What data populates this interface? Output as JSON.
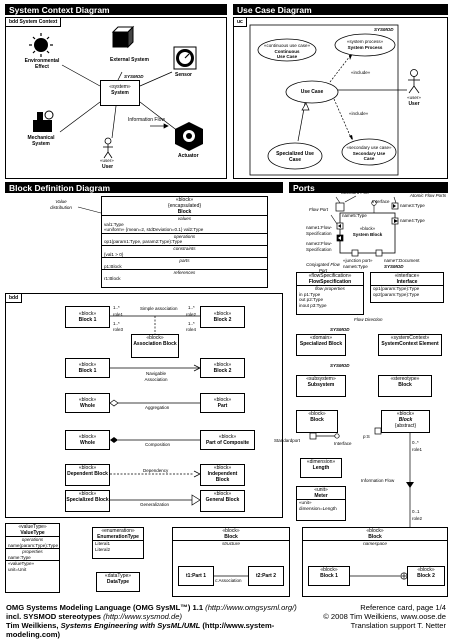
{
  "sections": {
    "context": "System Context Diagram",
    "usecase": "Use Case Diagram",
    "bdd_main": "Block Definition Diagram",
    "ports": "Ports"
  },
  "context": {
    "frame_label": "bdd System Context",
    "stereo": "«system»",
    "system": "System",
    "sysmod": "SYSMOD",
    "env_effect": "Environmental Effect",
    "ext_system": "External System",
    "sensor": "Sensor",
    "mech_system": "Mechanical System",
    "user_stereo": "«user»",
    "user": "User",
    "actuator": "Actuator",
    "info_flow": "Information Flow"
  },
  "usecase": {
    "frame_label": "uc",
    "system_label": "SYSMOD",
    "continuous_stereo": "«continuous use case»",
    "continuous": "Continuous Use Case",
    "process_stereo": "«system process»",
    "process": "System Process",
    "include1": "«include»",
    "include2": "«include»",
    "use_case": "Use Case",
    "user_stereo": "«user»",
    "user": "User",
    "specialized": "Specialized Use Case",
    "secondary_stereo": "«secondary use case»",
    "secondary": "Secondary Use Case"
  },
  "blockdef": {
    "value_dist": "Value distribution",
    "stereo1": "«block»",
    "stereo2": "{encapsulated}",
    "name": "Block",
    "values_h": "values",
    "val1": "val1:Type",
    "val2": "«uniform» {mean=2, stdDeviation=0.1} val2:Type",
    "operations_h": "operations",
    "op1": "op1(param1:Type, param2:Type):Type",
    "constraints_h": "constraints",
    "con1": "{val1 > 0}",
    "parts_h": "parts",
    "part1": "p1:Block",
    "references_h": "references",
    "ref1": "r1:Block"
  },
  "ports": {
    "standard_port": "Standard Port",
    "interface": "Interface",
    "atomic_flow": "Atomic Flow Ports",
    "flow_port": "Flow Port",
    "name5": "name5:Type",
    "name1": "name1:Flow-Specification",
    "name3": "name3:Type",
    "name2": "name2:Flow-Specification",
    "name4": "name4:Type",
    "block_stereo": "«block»",
    "block": "System Block",
    "conj": "Conjugated Flow Port",
    "junction": "«junction port»",
    "name6": "name6:Type",
    "name7": "name7:Document",
    "sysmod": "SYSMOD",
    "fs_stereo": "«flowSpecification»",
    "fs_name": "FlowSpecification",
    "fs_props": "flow properties",
    "fs_p1": "in p1:Type",
    "fs_p2": "out p2:Type",
    "fs_p3": "inout p3:Type",
    "if_stereo": "«interface»",
    "if_name": "Interface",
    "if_op1": "op1(param:Type):Type",
    "if_op2": "op2(param:Type):Type",
    "flow_direction": "Flow Direction"
  },
  "bdd": {
    "frame_label": "bdd",
    "block": "«block»",
    "block1": "Block 1",
    "block2": "Block 2",
    "simple_assoc": "Simple association",
    "m1": "1..*",
    "m2": "1..*",
    "m3": "1..*",
    "m4": "1..*",
    "role1": "role1",
    "role2": "role2",
    "role3": "role3",
    "role4": "role4",
    "assoc_block": "Association Block",
    "navigable": "Navigable Association",
    "whole": "Whole",
    "part": "Part",
    "aggregation": "Aggregation",
    "composition": "Composition",
    "part_of_comp": "Part of Composite",
    "dependent": "Dependent Block",
    "independent": "Independent Block",
    "dependency": "Dependency",
    "specialized": "Specialized Block",
    "general": "General Block",
    "generalization": "Generalization"
  },
  "sysmod_right": {
    "domain_stereo": "«domain»",
    "domain": "Specialized Block",
    "syscontext_stereo": "«systemContext»",
    "syscontext": "SystemContext Element",
    "subsystem_stereo": "«subsystem»",
    "subsystem": "Subsystem",
    "stereotype_stereo": "«stereotype»",
    "stereotype": "Block",
    "sysmod": "SYSMOD",
    "block_stereo": "«block»",
    "block": "Block",
    "standardport": "Standardport",
    "interface": "Interface",
    "block_abs": "Block",
    "abstract": "{abstract}",
    "pS": "p:S",
    "mult": "0..*",
    "role1": "role1",
    "dimension_stereo": "«dimension»",
    "dimension": "Length",
    "unit_stereo": "«unit»",
    "unit": "Meter",
    "unit_dim_stereo": "«unit»",
    "unit_dim": "dimension=Length",
    "info_flow": "Information Flow",
    "mult2": "0..1",
    "role2": "role2"
  },
  "bottom": {
    "vt_stereo": "«valueType»",
    "vt_name": "ValueType",
    "vt_ops": "operations",
    "vt_op": "name(param:Type):Type",
    "vt_props": "properties",
    "vt_prop": "name:Type",
    "vt2_stereo": "«valueType»",
    "vt2_unit": "unit=Unit",
    "enum_stereo": "«enumeration»",
    "enum_name": "EnumerationType",
    "lit1": "Literal1",
    "lit2": "Literal2",
    "dt_stereo": "«dataType»",
    "dt_name": "DataType",
    "ibd_stereo": "«block»",
    "ibd_name": "Block",
    "ibd_structure": "structure",
    "ibd_part1": "t1:Part 1",
    "ibd_part2": "t2:Part 2",
    "ibd_conn": "c:Association",
    "ns_stereo": "«block»",
    "ns_name": "Block",
    "ns_label": "namespace",
    "ns_b1": "Block 1",
    "ns_b2": "Block 2"
  },
  "footer": {
    "line1a": "OMG Systems Modeling Language (OMG SysML™) 1.1",
    "line1b": "(http://www.omgsysml.org/)",
    "line2a": "incl. SYSMOD stereotypes",
    "line2b": "(http://www.sysmod.de)",
    "line3a": "Tim Weilkiens,",
    "line3b": "Systems Engineering with SysML/UML",
    "line3c": "(http://www.system-modeling.com)",
    "r1": "Reference card, page 1/4",
    "r2": "© 2008 Tim Weilkiens, www.oose.de",
    "r3": "Translation support T. Netter"
  }
}
